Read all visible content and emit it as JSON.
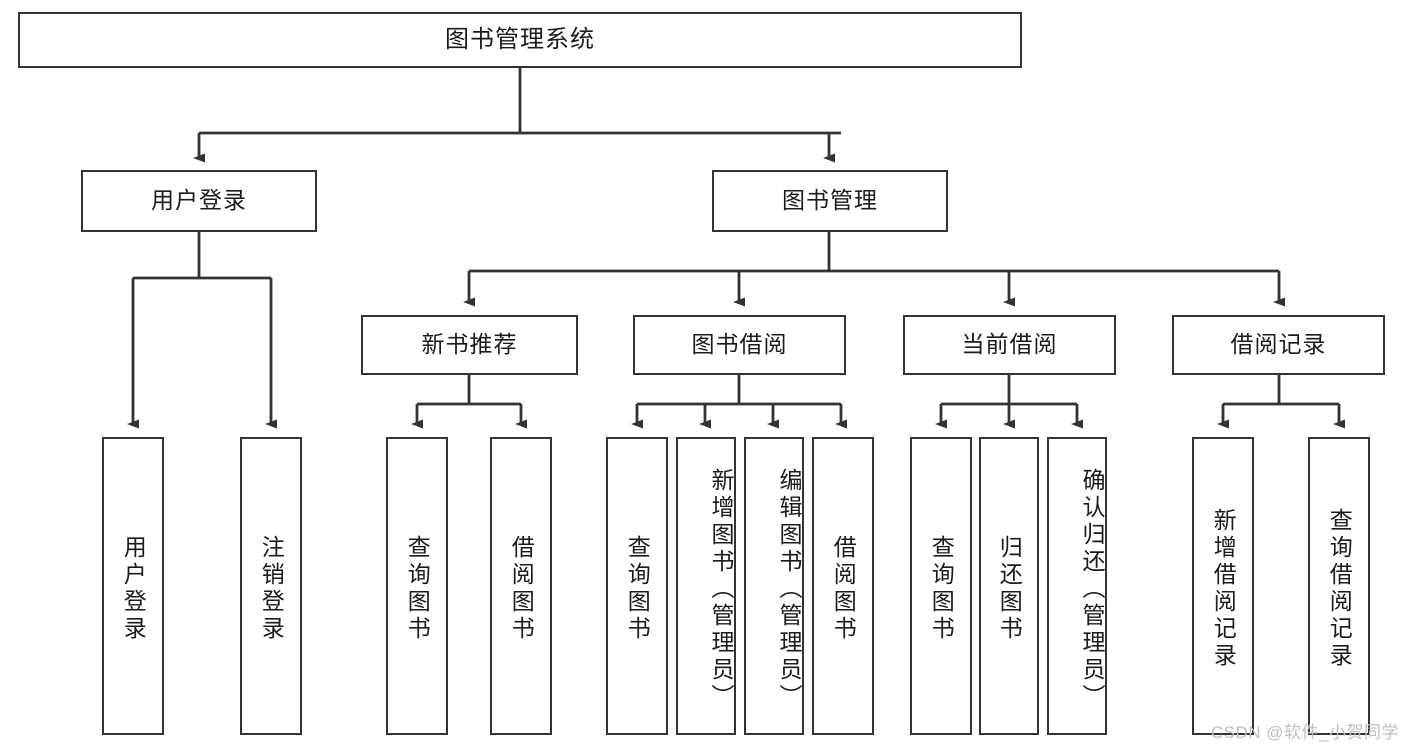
{
  "diagram": {
    "title": "图书管理系统",
    "type": "tree",
    "watermark": "CSDN @软件_小贺同学",
    "colors": {
      "stroke": "#333333",
      "box_fill": "#ffffff",
      "text": "#1b1b1b",
      "watermark": "#bfbfbf",
      "background": "#ffffff"
    },
    "root": {
      "label": "图书管理系统"
    },
    "level2": [
      {
        "label": "用户登录"
      },
      {
        "label": "图书管理"
      }
    ],
    "level3": [
      {
        "label": "新书推荐"
      },
      {
        "label": "图书借阅"
      },
      {
        "label": "当前借阅"
      },
      {
        "label": "借阅记录"
      }
    ],
    "leaves": {
      "user_login": [
        {
          "label": "用户登录"
        },
        {
          "label": "注销登录"
        }
      ],
      "new_book_recommend": [
        {
          "label": "查询图书"
        },
        {
          "label": "借阅图书"
        }
      ],
      "book_borrow": [
        {
          "label": "查询图书"
        },
        {
          "label": "新增图书（管理员）"
        },
        {
          "label": "编辑图书（管理员）"
        },
        {
          "label": "借阅图书"
        }
      ],
      "current_borrow": [
        {
          "label": "查询图书"
        },
        {
          "label": "归还图书"
        },
        {
          "label": "确认归还（管理员）"
        }
      ],
      "borrow_record": [
        {
          "label": "新增借阅记录"
        },
        {
          "label": "查询借阅记录"
        }
      ]
    }
  }
}
